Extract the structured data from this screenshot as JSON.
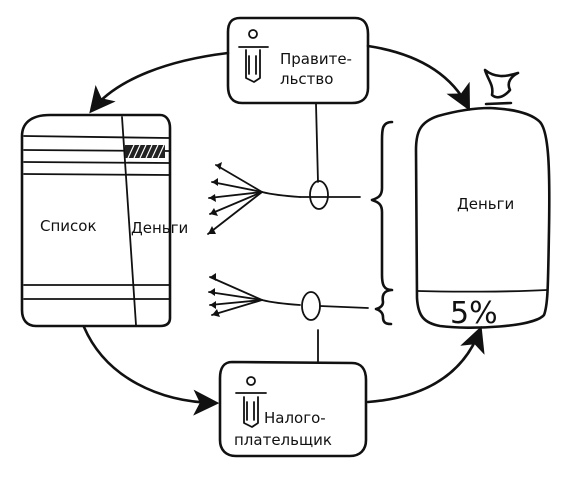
{
  "government": {
    "line1": "Правите-",
    "line2": "льство"
  },
  "taxpayer": {
    "line1": "Налого-",
    "line2": "плательщик"
  },
  "list_table": {
    "left_label": "Список",
    "right_label": "Деньги"
  },
  "money_bag": {
    "label": "Деньги",
    "percent_label": "5%"
  },
  "icons": {
    "person": "person-icon",
    "bag": "money-bag-icon"
  }
}
